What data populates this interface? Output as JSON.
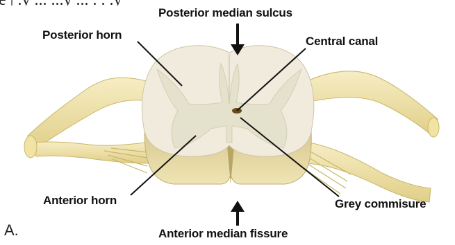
{
  "top_text": "e | .y ... ...y ... . . .y",
  "figure_label": "A.",
  "labels": {
    "posterior_median_sulcus": "Posterior median sulcus",
    "posterior_horn": "Posterior horn",
    "central_canal": "Central canal",
    "anterior_horn": "Anterior horn",
    "grey_commisure": "Grey commisure",
    "anterior_median_fissure": "Anterior median fissure"
  },
  "colors": {
    "white_matter": "#f1ebde",
    "grey_matter": "#e4e2cc",
    "nerve_root": "#efe3a8",
    "nerve_outline": "#c9b66a",
    "cut_face_shadow": "#cdbf86",
    "canal": "#6b4a10",
    "line": "#111111"
  }
}
